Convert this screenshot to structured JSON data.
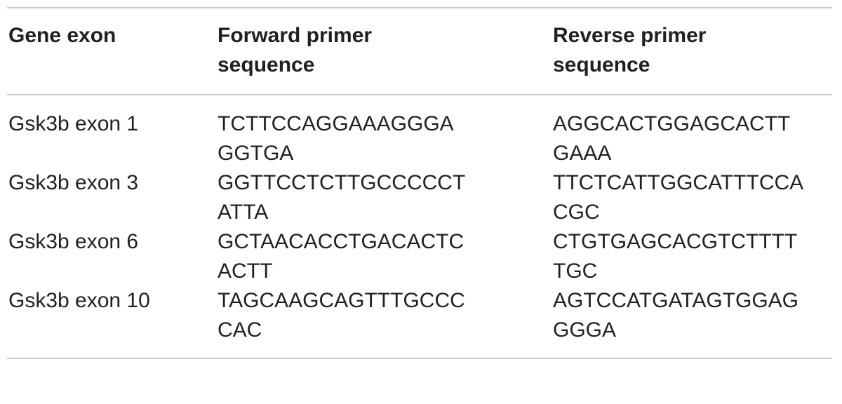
{
  "table": {
    "headers": [
      "Gene exon",
      "Forward primer sequence",
      "Reverse primer sequence"
    ],
    "rows": [
      [
        "Gsk3b exon 1",
        "TCTTCCAGGAAAGGGAGGTGA",
        "AGGCACTGGAGCACTTGAAA"
      ],
      [
        "Gsk3b exon 3",
        "GGTTCCTCTTGCCCCCTATTA",
        "TTCTCATTGGCATTTCCACGC"
      ],
      [
        "Gsk3b exon 6",
        "GCTAACACCTGACACTCACTT",
        "CTGTGAGCACGTCTTTTTGC"
      ],
      [
        "Gsk3b exon 10",
        "TAGCAAGCAGTTTGCCCCAC",
        "AGTCCATGATAGTGGAGGGGA"
      ]
    ]
  }
}
